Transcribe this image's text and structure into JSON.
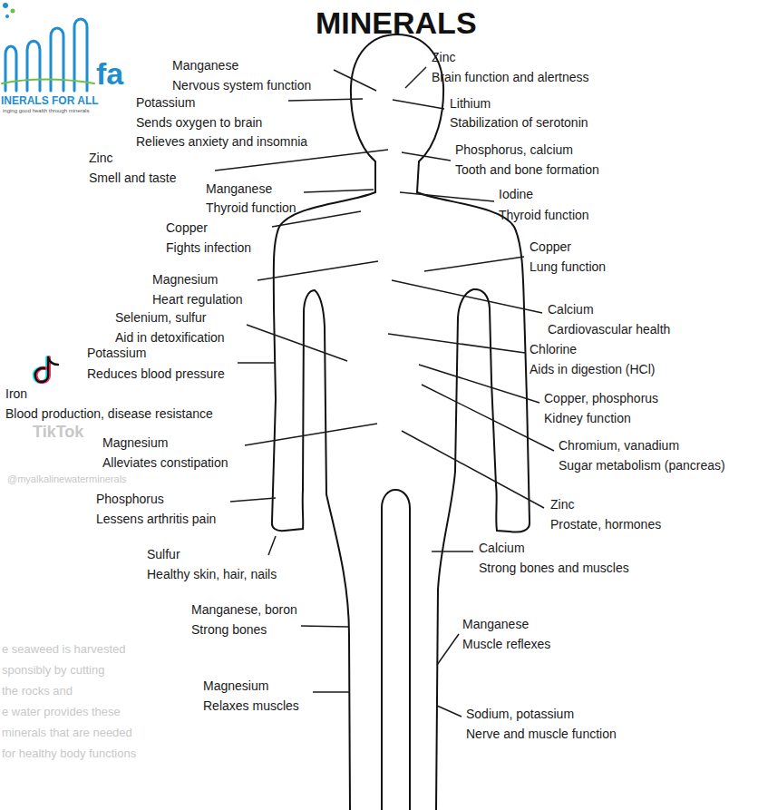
{
  "diagram": {
    "title": "MINERALS",
    "labels": [
      "fa",
      "INERALS FOR ALL",
      "inging good health through minerals",
      "Manganese",
      "Nervous system function",
      "Zinc",
      "Brain function and alertness",
      "Potassium",
      "Sends oxygen to brain",
      "Relieves anxiety and insomnia",
      "Lithium",
      "Stabilization of serotonin",
      "Phosphorus, calcium",
      "Tooth and bone formation",
      "Zinc",
      "Smell and taste",
      "Manganese",
      "Thyroid function",
      "Iodine",
      "Thyroid function",
      "Copper",
      "Fights infection",
      "Copper",
      "Lung function",
      "Magnesium",
      "Heart regulation",
      "Calcium",
      "Cardiovascular health",
      "Selenium, sulfur",
      "Aid in detoxification",
      "Chlorine",
      "Aids in digestion (HCl)",
      "Potassium",
      "Reduces blood pressure",
      "Iron",
      "Blood production, disease resistance",
      "Copper, phosphorus",
      "Kidney function",
      "TikTok",
      "Magnesium",
      "Alleviates constipation",
      "Chromium, vanadium",
      "Sugar metabolism (pancreas)",
      "@myalkalinewaterminerals",
      "Phosphorus",
      "Lessens arthritis pain",
      "Zinc",
      "Prostate, hormones",
      "Calcium",
      "Strong bones and muscles",
      "Sulfur",
      "Healthy skin, hair, nails",
      "Manganese, boron",
      "Strong bones",
      "Manganese",
      "Muscle reflexes",
      "Magnesium",
      "Relaxes muscles",
      "Sodium, potassium",
      "Nerve and muscle function",
      "e seaweed is harvested",
      "sponsibly by cutting",
      "the rocks and",
      "e water provides these",
      "minerals that are needed",
      "for healthy body functions"
    ]
  }
}
